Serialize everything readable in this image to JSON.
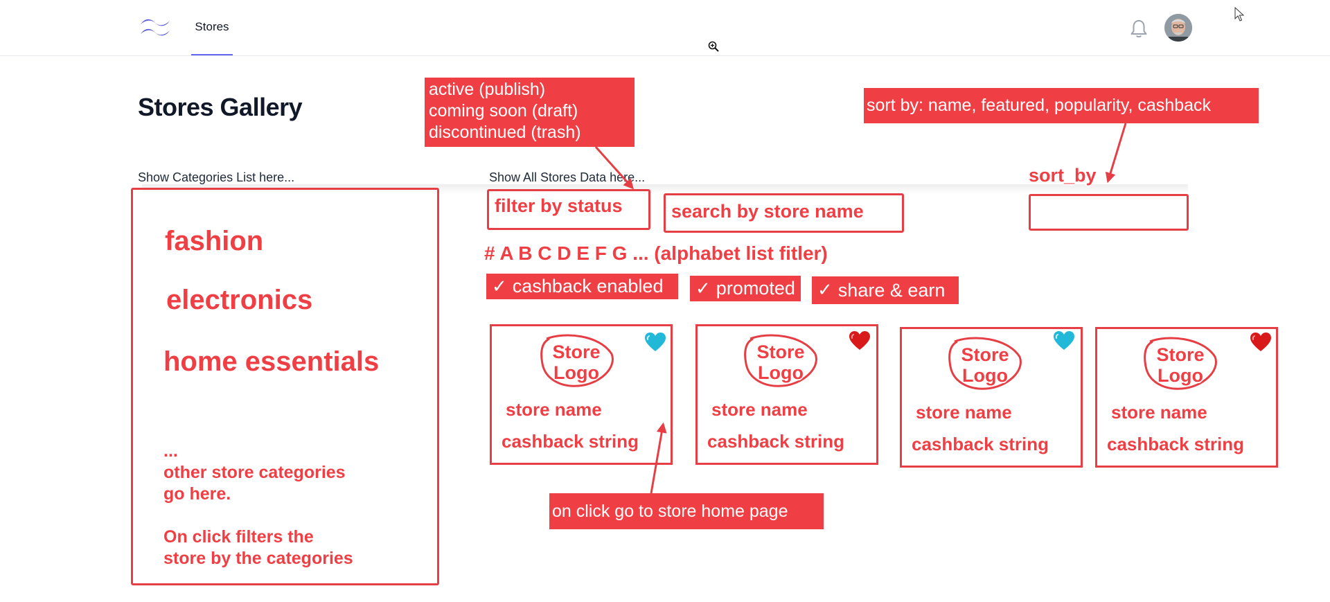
{
  "nav": {
    "tab_stores": "Stores"
  },
  "page": {
    "title": "Stores Gallery",
    "categories_label": "Show Categories List here...",
    "stores_label": "Show All Stores Data here..."
  },
  "annotations": {
    "status_note": [
      "active (publish)",
      "coming soon (draft)",
      "discontinued (trash)"
    ],
    "sort_note": "sort by: name, featured, popularity, cashback",
    "sort_by_label": "sort_by",
    "filter_status": "filter by status",
    "search_store": "search by store name",
    "alphabet": "# A B C D E F G ... (alphabet list fitler)",
    "chip_cashback": "cashback enabled",
    "chip_promoted": "promoted",
    "chip_share": "share & earn",
    "click_note": "on click go to store home page"
  },
  "categories": {
    "items": [
      "fashion",
      "electronics",
      "home essentials"
    ],
    "note_lines": [
      "...",
      "other store categories",
      "go here.",
      "",
      "On click filters the",
      "store by the categories"
    ]
  },
  "cards": [
    {
      "logo_line1": "Store",
      "logo_line2": "Logo",
      "name": "store name",
      "cashback": "cashback string",
      "heart": "blue-heart-icon"
    },
    {
      "logo_line1": "Store",
      "logo_line2": "Logo",
      "name": "store name",
      "cashback": "cashback string",
      "heart": "red-heart-icon"
    },
    {
      "logo_line1": "Store",
      "logo_line2": "Logo",
      "name": "store name",
      "cashback": "cashback string",
      "heart": "blue-heart-icon"
    },
    {
      "logo_line1": "Store",
      "logo_line2": "Logo",
      "name": "store name",
      "cashback": "cashback string",
      "heart": "red-heart-icon"
    }
  ],
  "colors": {
    "annotation_red": "#ef3f44",
    "accent_indigo": "#6366f1",
    "heart_blue": "#22b8d8",
    "heart_red": "#d91a1a"
  }
}
